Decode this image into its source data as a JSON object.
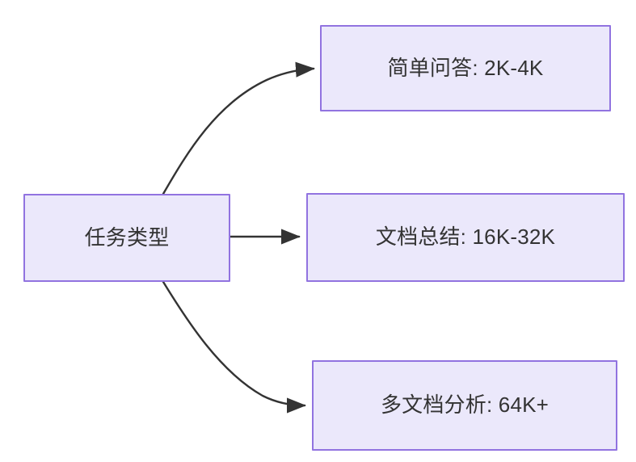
{
  "diagram": {
    "type": "flowchart",
    "direction": "left-to-right",
    "background_color": "#ffffff",
    "node_fill_color": "#ebe8fb",
    "node_border_color": "#9173e0",
    "node_text_color": "#333333",
    "edge_color": "#333333",
    "root": {
      "id": "root",
      "label": "任务类型"
    },
    "branches": [
      {
        "id": "simple-qa",
        "label": "简单问答: 2K-4K",
        "task": "简单问答",
        "context_length": "2K-4K",
        "edge_style": "curved"
      },
      {
        "id": "doc-summary",
        "label": "文档总结: 16K-32K",
        "task": "文档总结",
        "context_length": "16K-32K",
        "edge_style": "straight"
      },
      {
        "id": "multi-doc",
        "label": "多文档分析: 64K+",
        "task": "多文档分析",
        "context_length": "64K+",
        "edge_style": "curved"
      }
    ]
  }
}
